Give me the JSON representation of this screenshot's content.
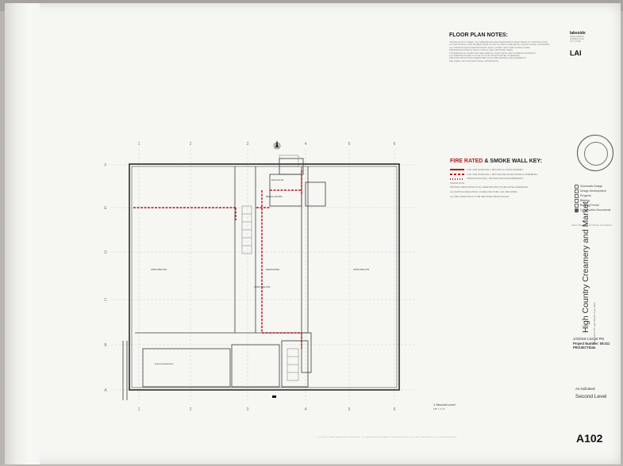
{
  "floor_plan_notes": {
    "title": "FLOOR PLAN NOTES:",
    "body": "CONTRACTOR TO VERIFY ALL DIMENSIONS AND CONDITIONS IN FIELD PRIOR TO CONSTRUCTION.\nALL PARTITIONS TO BE FRAMED FROM FLOOR TO STRUCTURE ABOVE UNLESS NOTED OTHERWISE.\nALL INTERIOR AND EXTERIOR DOORS SHALL COMPLY WITH APPLICABLE CODES.\nPROVIDE BLOCKING IN WALLS FOR ALL WALL MOUNTED ITEMS.\nCOORDINATE ALL WORK WITH MECHANICAL, ELECTRICAL AND PLUMBING DRAWINGS.\nALL DIMENSIONS ARE TO FACE OF STUD UNLESS NOTED OTHERWISE.\nPROVIDE FIRE EXTINGUISHERS PER LOCAL FIRE MARSHAL REQUIREMENTS.\nSEE SHEET A101 FOR ADDITIONAL INFORMATION."
  },
  "fire_rated": {
    "title_red": "FIRE RATED",
    "title_rest": " & SMOKE WALL KEY:",
    "items": [
      "1 HR. FIRE RATED WALL, PROVIDE UL LISTED ASSEMBLY",
      "1 HR. FIRE RATED WALL, PROVIDE FIRE RATED DOORS & ASSEMBLIES",
      "SMOKE RATED WALL, PROVIDE SMOKE REQUIREMENTS",
      "PLEASE NOTE:",
      "PROVIDE FIRESTOPPING AT ALL PENETRATIONS OF FIRE RATED ASSEMBLIES.",
      "ALL VERTICAL MECHANICAL CHASES ARE TO BE 1 HR. FIRE RATED.",
      "ALL FIRE RATED WALLS TO BE IDENTIFIED ABOVE CEILING."
    ]
  },
  "logos": {
    "firm_small": "lakeside",
    "firm_address": "DEVELOPMENT\nADDRESS LINE\nCITY, STATE",
    "firm_lai": "LAI"
  },
  "phases": {
    "items": [
      {
        "label": "Schematic Design",
        "checked": false
      },
      {
        "label": "Design Development",
        "checked": false
      },
      {
        "label": "Progress",
        "checked": false
      },
      {
        "label": "Bidding",
        "checked": false
      },
      {
        "label": "Building Permit",
        "checked": false
      },
      {
        "label": "Construction Documents",
        "checked": true
      }
    ],
    "signature_line": "Client Signature for Phase Completion"
  },
  "project": {
    "name": "High Country Creamery and Market",
    "address": "Town Lane / 87 Lake Street / City, State",
    "date": "1/4/2019 1:53:26 PM",
    "project_number": "Project Number: 09.011",
    "project_data": "PROJECTdata",
    "scale": "As indicated",
    "sheet_name": "Second Level",
    "sheet_number": "A102"
  },
  "plan": {
    "level_label": "1  Second Level",
    "level_scale": "1/8\" = 1'-0\"",
    "room_mezzanine": "MEZZANINE",
    "room_open_left": "OPEN BELOW",
    "room_open_mid": "OPEN BELOW",
    "room_open_right": "OPEN BELOW",
    "room_future": "Future Expansion",
    "room_mech": "Mechanical",
    "room_bench": "BENCH ROOM",
    "grid_cols": [
      "1",
      "2",
      "3",
      "4",
      "5",
      "6"
    ],
    "grid_rows": [
      "F",
      "E",
      "D",
      "C",
      "B",
      "A"
    ],
    "strip_text": "COPYRIGHT THESE DRAWINGS ARE THE PROPERTY OF THE ARCHITECT AND MAY NOT BE REPRODUCED WITHOUT WRITTEN PERMISSION - ALL RIGHTS RESERVED"
  }
}
